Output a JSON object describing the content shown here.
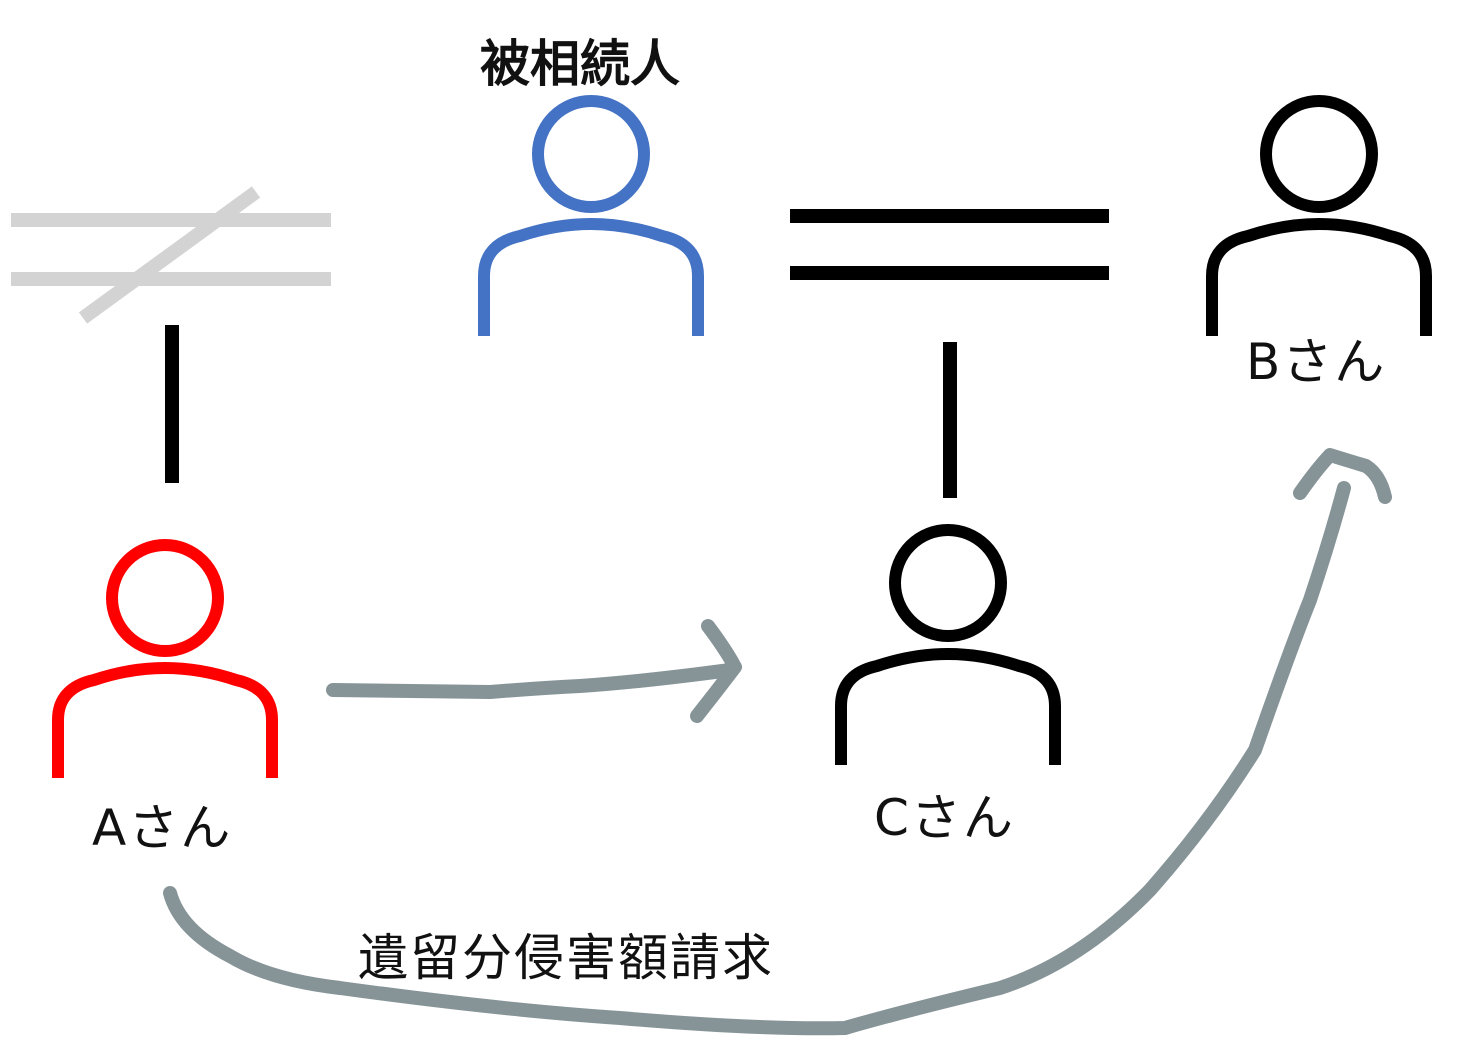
{
  "decedent": {
    "title": "被相続人",
    "color": "#4472C4"
  },
  "persons": {
    "a": {
      "label": "Aさん",
      "color": "#FF0000"
    },
    "b": {
      "label": "Bさん",
      "color": "#000000"
    },
    "c": {
      "label": "Cさん",
      "color": "#000000"
    }
  },
  "relations": {
    "former_marriage": {
      "symbol": "double-line-crossed",
      "color": "#D3D3D3"
    },
    "current_marriage": {
      "symbol": "double-line",
      "color": "#000000"
    }
  },
  "arrows": {
    "color": "#869498"
  },
  "claim": {
    "label": "遺留分侵害額請求"
  }
}
